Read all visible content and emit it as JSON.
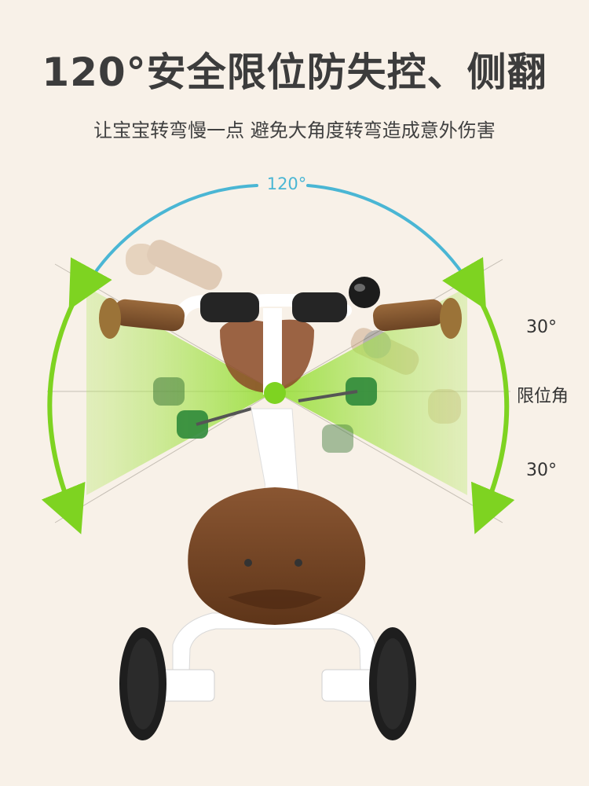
{
  "headline": "120°安全限位防失控、侧翻",
  "subline": "让宝宝转弯慢一点 避免大角度转弯造成意外伤害",
  "diagram": {
    "arc_label": "120°",
    "upper_angle_label": "30°",
    "center_label": "限位角",
    "lower_angle_label": "30°"
  },
  "colors": {
    "background": "#f8f1e8",
    "arc_blue": "#4ab6d4",
    "arrow_green": "#7ed321",
    "wedge_green": "#9be03a",
    "seat_brown": "#7a4a2a",
    "frame_white": "#ffffff",
    "tire_black": "#1e1e1e"
  }
}
